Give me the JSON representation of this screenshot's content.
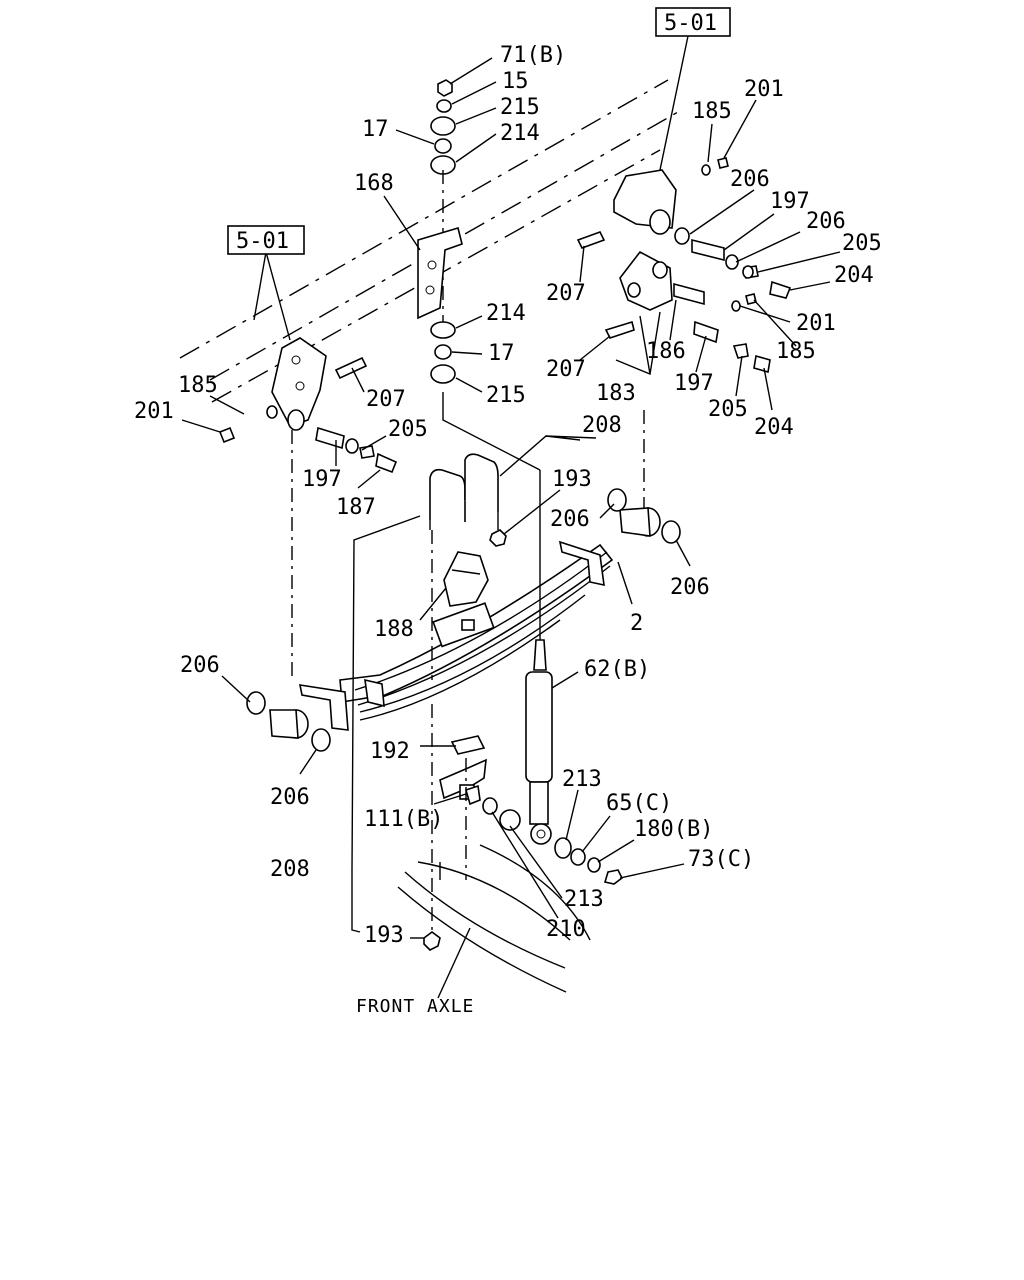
{
  "callouts": {
    "ref_top": "5-01",
    "ref_left": "5-01",
    "p71b": "71(B)",
    "p15": "15",
    "p215a": "215",
    "p17a": "17",
    "p214a": "214",
    "p168": "168",
    "p214b": "214",
    "p17b": "17",
    "p215b": "215",
    "p185r": "185",
    "p201r": "201",
    "p206ra": "206",
    "p197ra": "197",
    "p206rb": "206",
    "p205ra": "205",
    "p204ra": "204",
    "p207ra": "207",
    "p201rb": "201",
    "p185rb": "185",
    "p207rb": "207",
    "p186": "186",
    "p183": "183",
    "p197rb": "197",
    "p205rb": "205",
    "p204rb": "204",
    "p185l": "185",
    "p201l": "201",
    "p207l": "207",
    "p205l": "205",
    "p197l": "197",
    "p187": "187",
    "p208a": "208",
    "p193a": "193",
    "p206sa": "206",
    "p206sb": "206",
    "p2": "2",
    "p188": "188",
    "p62b": "62(B)",
    "p206la": "206",
    "p206lb": "206",
    "p192": "192",
    "p213a": "213",
    "p65c": "65(C)",
    "p180b": "180(B)",
    "p73c": "73(C)",
    "p111b": "111(B)",
    "p213b": "213",
    "p210": "210",
    "p208b": "208",
    "p193b": "193"
  },
  "caption": "FRONT AXLE"
}
